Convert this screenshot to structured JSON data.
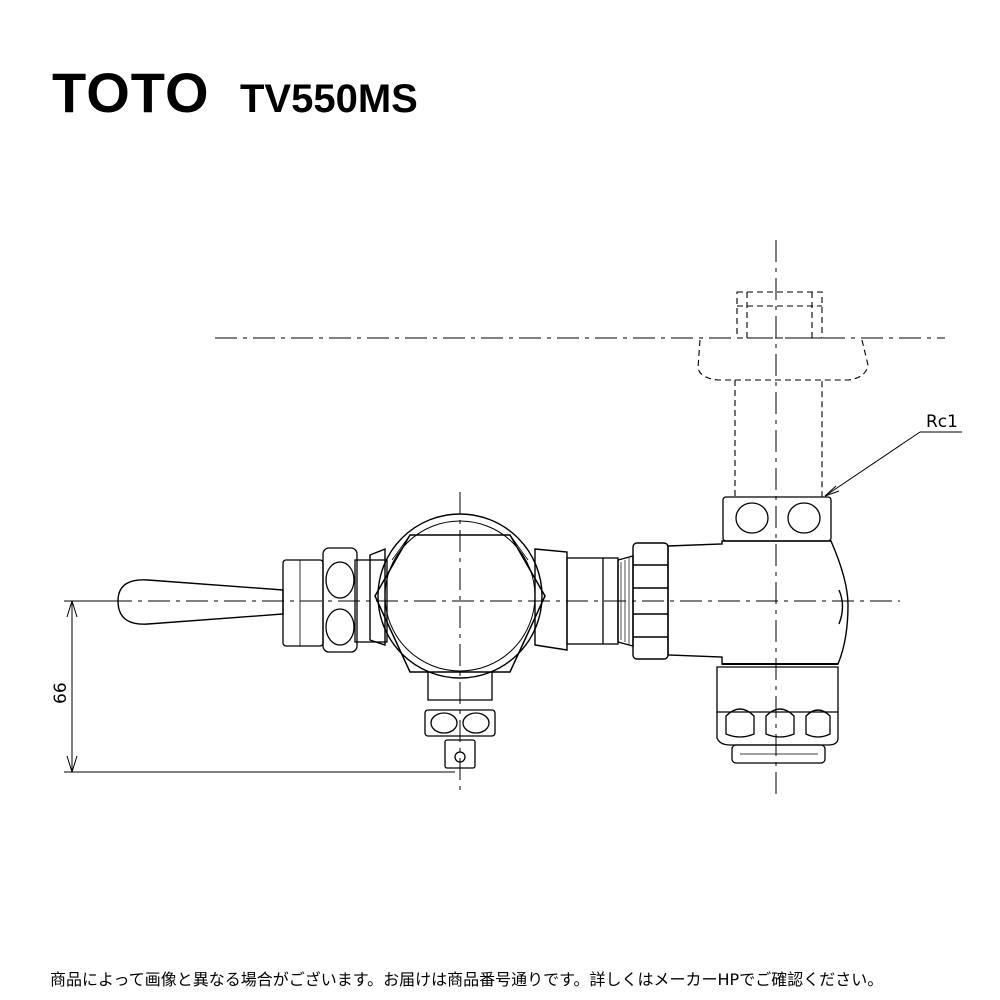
{
  "header": {
    "brand": "TOTO",
    "model": "TV550MS"
  },
  "drawing": {
    "callout_label": "Rc1",
    "dimension_label": "66"
  },
  "footer": {
    "note": "商品によって画像と異なる場合がございます。お届けは商品番号通りです。詳しくはメーカーHPでご確認ください。"
  }
}
